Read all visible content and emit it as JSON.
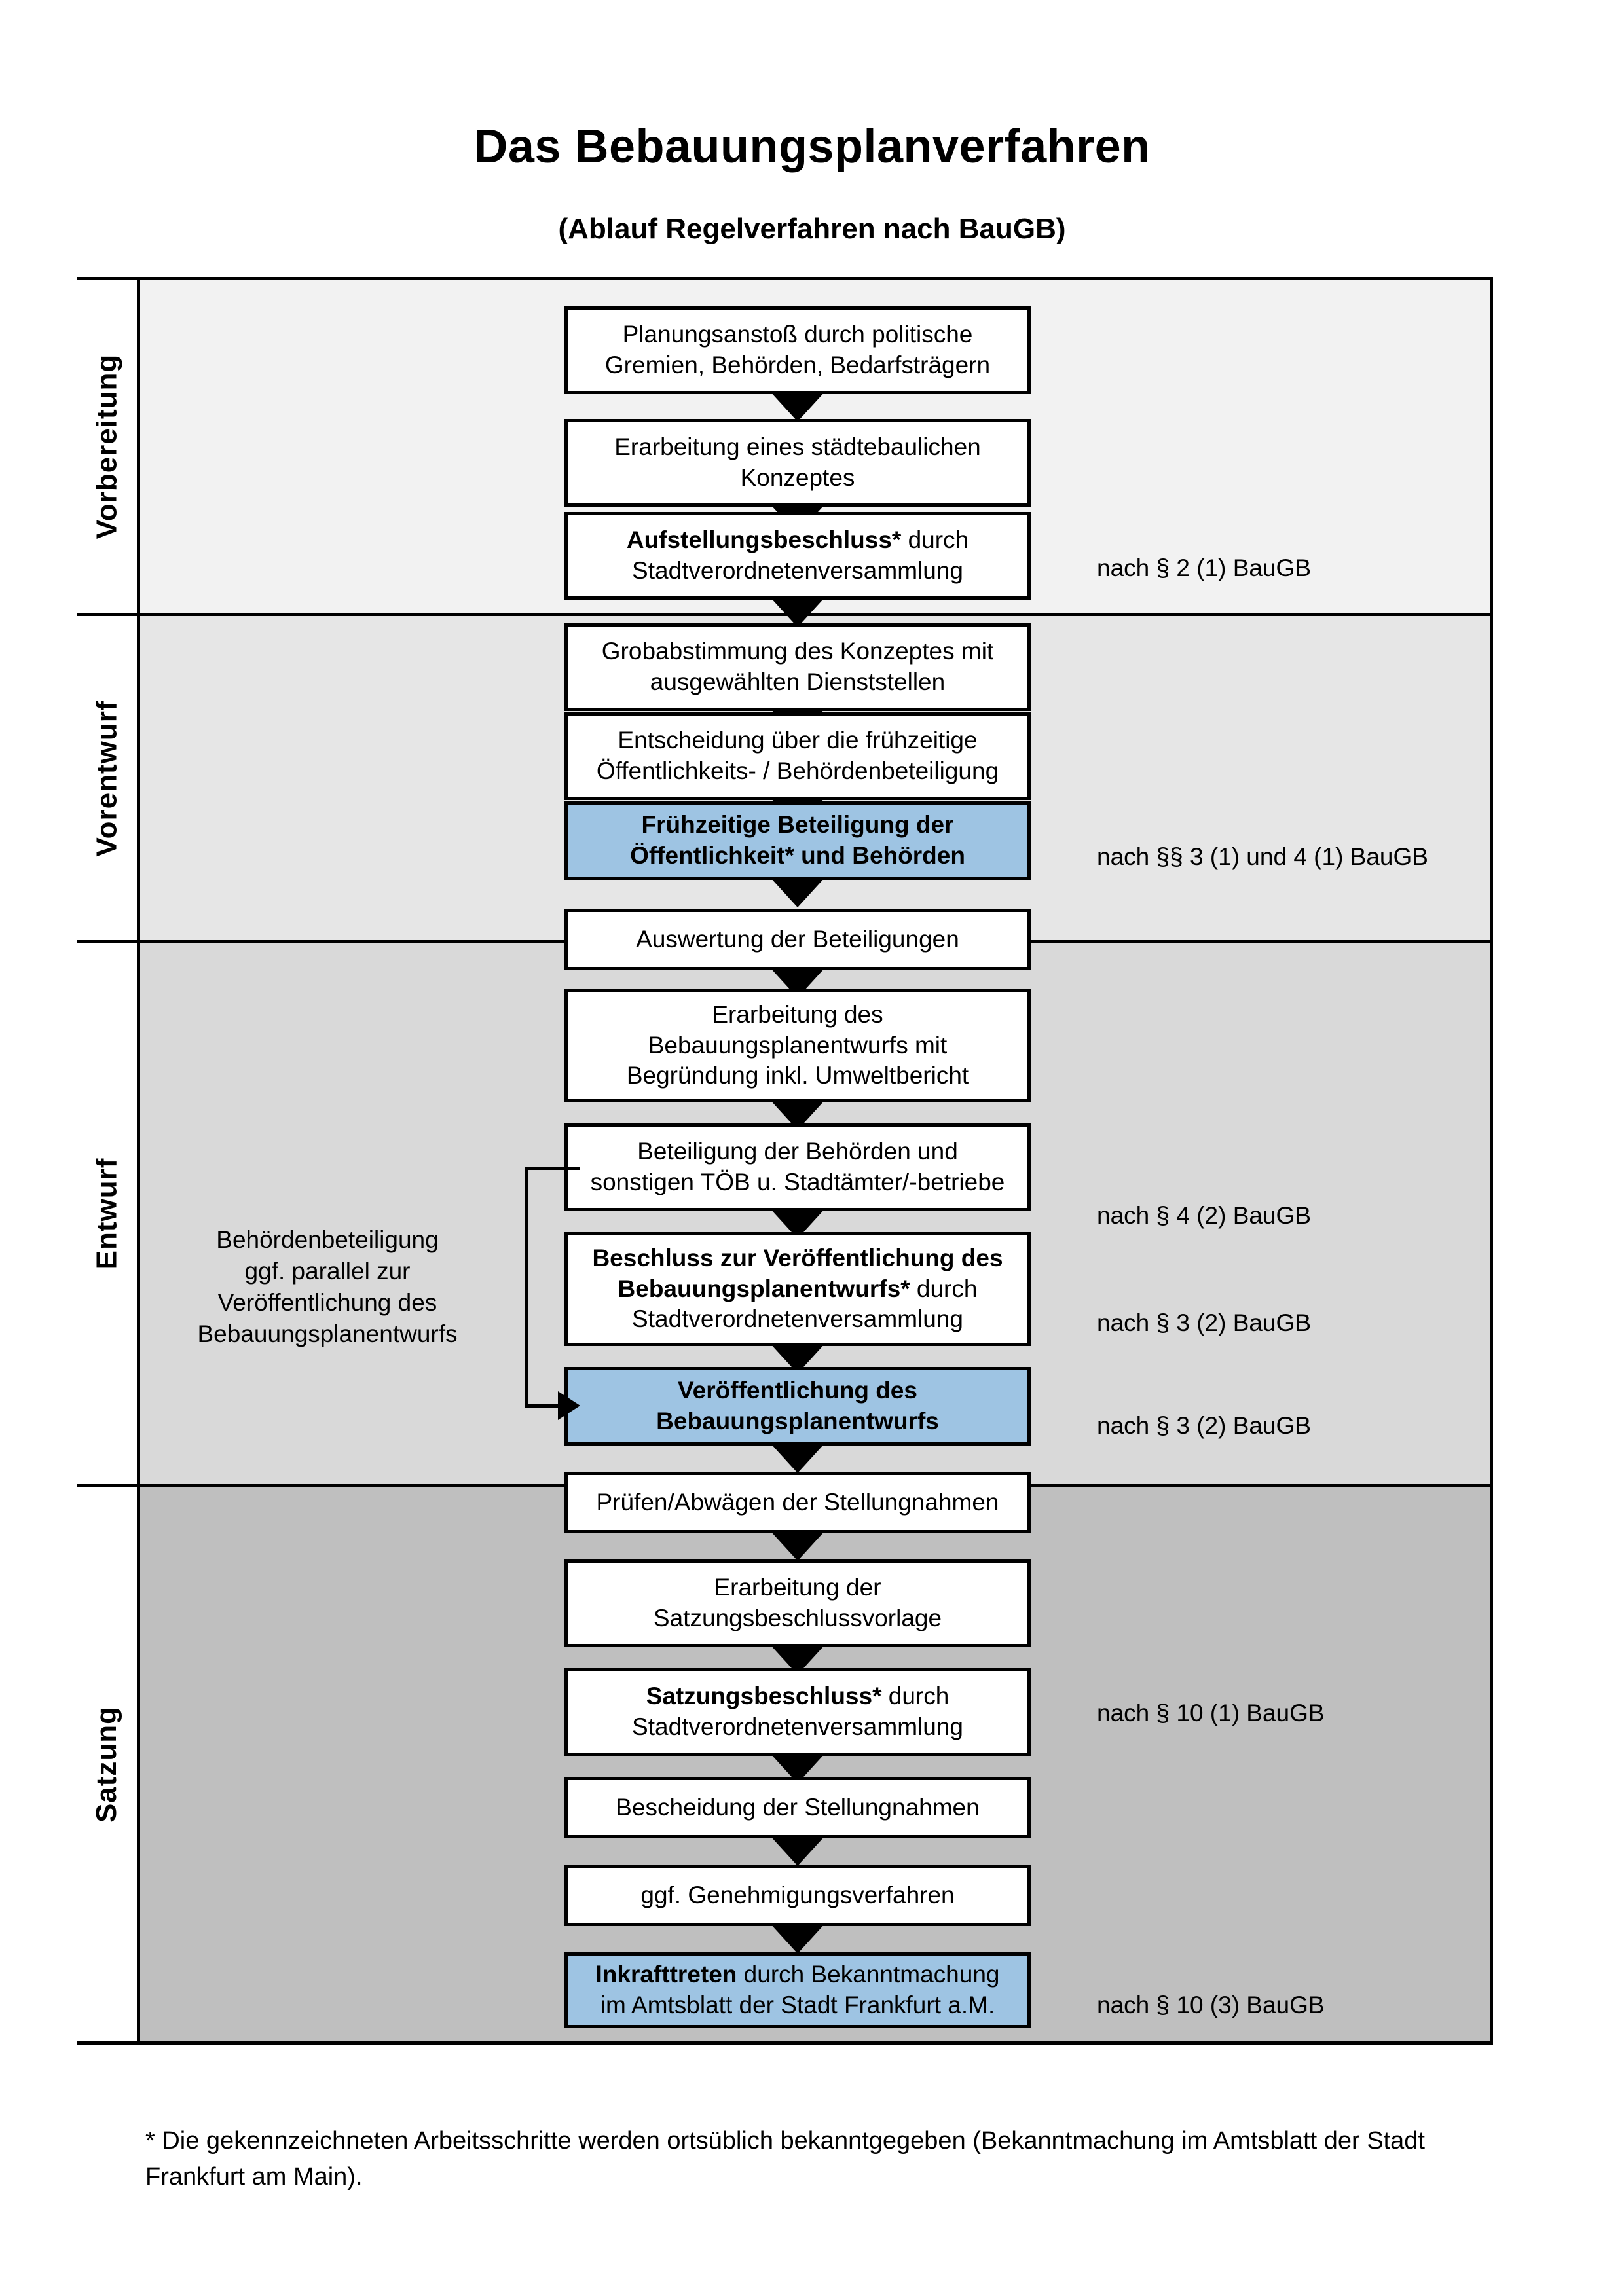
{
  "header": {
    "title": "Das Bebauungsplanverfahren",
    "subtitle": "(Ablauf Regelverfahren nach BauGB)"
  },
  "colors": {
    "highlight_blue": "#9EC4E3",
    "band_vorbereitung": "#F2F2F2",
    "band_vorentwurf": "#E6E6E6",
    "band_entwurf": "#D9D9D9",
    "band_satzung": "#BFBFBF",
    "outline": "#000000"
  },
  "phases": [
    {
      "id": "vorbereitung",
      "label": "Vorbereitung",
      "background": "#F2F2F2"
    },
    {
      "id": "vorentwurf",
      "label": "Vorentwurf",
      "background": "#E6E6E6"
    },
    {
      "id": "entwurf",
      "label": "Entwurf",
      "background": "#D9D9D9"
    },
    {
      "id": "satzung",
      "label": "Satzung",
      "background": "#BFBFBF"
    }
  ],
  "chart_data": {
    "type": "flowchart",
    "title": "Das Bebauungsplanverfahren",
    "subtitle": "(Ablauf Regelverfahren nach BauGB)",
    "orientation": "top-to-bottom",
    "swimlanes": [
      "Vorbereitung",
      "Vorentwurf",
      "Entwurf",
      "Satzung"
    ],
    "nodes": [
      {
        "id": "n1",
        "phase": "Vorbereitung",
        "highlight": false,
        "lines": [
          "Planungsanstoß durch politische",
          "Gremien, Behörden, Bedarfsträgern"
        ]
      },
      {
        "id": "n2",
        "phase": "Vorbereitung",
        "highlight": false,
        "lines": [
          "Erarbeitung eines städtebaulichen",
          "Konzeptes"
        ]
      },
      {
        "id": "n3",
        "phase": "Vorbereitung",
        "highlight": false,
        "bold_prefix": "Aufstellungsbeschluss*",
        "lines": [
          "Aufstellungsbeschluss* durch",
          "Stadtverordnetenversammlung"
        ]
      },
      {
        "id": "n4",
        "phase": "Vorentwurf",
        "highlight": false,
        "lines": [
          "Grobabstimmung des Konzeptes mit",
          "ausgewählten Dienststellen"
        ]
      },
      {
        "id": "n5",
        "phase": "Vorentwurf",
        "highlight": false,
        "lines": [
          "Entscheidung über die frühzeitige",
          "Öffentlichkeits- / Behördenbeteiligung"
        ]
      },
      {
        "id": "n6",
        "phase": "Vorentwurf",
        "highlight": true,
        "lines": [
          "Frühzeitige Beteiligung der",
          "Öffentlichkeit* und Behörden"
        ]
      },
      {
        "id": "n7",
        "phase": "Entwurf",
        "highlight": false,
        "lines": [
          "Auswertung der Beteiligungen"
        ]
      },
      {
        "id": "n8",
        "phase": "Entwurf",
        "highlight": false,
        "lines": [
          "Erarbeitung des",
          "Bebauungsplanentwurfs mit",
          "Begründung inkl. Umweltbericht"
        ]
      },
      {
        "id": "n9",
        "phase": "Entwurf",
        "highlight": false,
        "lines": [
          "Beteiligung der Behörden und",
          "sonstigen TÖB u. Stadtämter/-betriebe"
        ]
      },
      {
        "id": "n10",
        "phase": "Entwurf",
        "highlight": false,
        "bold_prefix": "Beschluss zur Veröffentlichung des Bebauungsplanentwurfs*",
        "lines": [
          "Beschluss zur Veröffentlichung des",
          "Bebauungsplanentwurfs* durch",
          "Stadtverordnetenversammlung"
        ]
      },
      {
        "id": "n11",
        "phase": "Entwurf",
        "highlight": true,
        "lines": [
          "Veröffentlichung des",
          "Bebauungsplanentwurfs"
        ]
      },
      {
        "id": "n12",
        "phase": "Satzung",
        "highlight": false,
        "lines": [
          "Prüfen/Abwägen der Stellungnahmen"
        ]
      },
      {
        "id": "n13",
        "phase": "Satzung",
        "highlight": false,
        "lines": [
          "Erarbeitung der",
          "Satzungsbeschlussvorlage"
        ]
      },
      {
        "id": "n14",
        "phase": "Satzung",
        "highlight": false,
        "bold_prefix": "Satzungsbeschluss*",
        "lines": [
          "Satzungsbeschluss* durch",
          "Stadtverordnetenversammlung"
        ]
      },
      {
        "id": "n15",
        "phase": "Satzung",
        "highlight": false,
        "lines": [
          "Bescheidung der Stellungnahmen"
        ]
      },
      {
        "id": "n16",
        "phase": "Satzung",
        "highlight": false,
        "lines": [
          "ggf. Genehmigungsverfahren"
        ]
      },
      {
        "id": "n17",
        "phase": "Satzung",
        "highlight": true,
        "bold_prefix": "Inkrafttreten",
        "lines": [
          "Inkrafttreten durch Bekanntmachung",
          "im Amtsblatt der Stadt Frankfurt a.M."
        ]
      }
    ],
    "edges": [
      {
        "from": "n1",
        "to": "n2",
        "style": "arrow"
      },
      {
        "from": "n2",
        "to": "n3",
        "style": "arrow"
      },
      {
        "from": "n3",
        "to": "n4",
        "style": "arrow"
      },
      {
        "from": "n4",
        "to": "n5",
        "style": "arrow"
      },
      {
        "from": "n5",
        "to": "n6",
        "style": "arrow"
      },
      {
        "from": "n6",
        "to": "n7",
        "style": "arrow"
      },
      {
        "from": "n7",
        "to": "n8",
        "style": "arrow"
      },
      {
        "from": "n8",
        "to": "n9",
        "style": "arrow"
      },
      {
        "from": "n9",
        "to": "n10",
        "style": "arrow"
      },
      {
        "from": "n10",
        "to": "n11",
        "style": "arrow"
      },
      {
        "from": "n11",
        "to": "n12",
        "style": "arrow"
      },
      {
        "from": "n12",
        "to": "n13",
        "style": "arrow"
      },
      {
        "from": "n13",
        "to": "n14",
        "style": "arrow"
      },
      {
        "from": "n14",
        "to": "n15",
        "style": "arrow"
      },
      {
        "from": "n15",
        "to": "n16",
        "style": "arrow"
      },
      {
        "from": "n16",
        "to": "n17",
        "style": "arrow"
      },
      {
        "from": "n9",
        "to": "n11",
        "style": "loop-left",
        "label": "Behördenbeteiligung ggf. parallel zur Veröffentlichung des Bebauungsplanentwurfs"
      }
    ],
    "annotations_right": [
      {
        "text": "nach § 2 (1) BauGB",
        "near_node": "n3"
      },
      {
        "text": "nach §§ 3 (1) und 4 (1) BauGB",
        "near_node": "n6"
      },
      {
        "text": "nach § 4 (2) BauGB",
        "near_node": "n9"
      },
      {
        "text": "nach § 3 (2) BauGB",
        "near_node": "n10"
      },
      {
        "text": "nach § 3 (2) BauGB",
        "near_node": "n11"
      },
      {
        "text": "nach § 10 (1) BauGB",
        "near_node": "n14"
      },
      {
        "text": "nach § 10 (3) BauGB",
        "near_node": "n17"
      }
    ]
  },
  "nodes_text": {
    "n1_l1": "Planungsanstoß durch politische",
    "n1_l2": "Gremien, Behörden, Bedarfsträgern",
    "n2_l1": "Erarbeitung eines städtebaulichen",
    "n2_l2": "Konzeptes",
    "n3_b1": "Aufstellungsbeschluss*",
    "n3_r1": " durch",
    "n3_l2": "Stadtverordnetenversammlung",
    "n4_l1": "Grobabstimmung des Konzeptes mit",
    "n4_l2": "ausgewählten Dienststellen",
    "n5_l1": "Entscheidung über die frühzeitige",
    "n5_l2": "Öffentlichkeits- / Behördenbeteiligung",
    "n6_l1": "Frühzeitige Beteiligung der",
    "n6_l2": "Öffentlichkeit* und Behörden",
    "n7_l1": "Auswertung der Beteiligungen",
    "n8_l1": "Erarbeitung des",
    "n8_l2": "Bebauungsplanentwurfs mit",
    "n8_l3": "Begründung inkl. Umweltbericht",
    "n9_l1": "Beteiligung der Behörden und",
    "n9_l2": "sonstigen TÖB u. Stadtämter/-betriebe",
    "n10_b1": "Beschluss zur Veröffentlichung des",
    "n10_b2": "Bebauungsplanentwurfs*",
    "n10_r2": " durch",
    "n10_l3": "Stadtverordnetenversammlung",
    "n11_l1": "Veröffentlichung des",
    "n11_l2": "Bebauungsplanentwurfs",
    "n12_l1": "Prüfen/Abwägen der Stellungnahmen",
    "n13_l1": "Erarbeitung der",
    "n13_l2": "Satzungsbeschlussvorlage",
    "n14_b1": "Satzungsbeschluss*",
    "n14_r1": " durch",
    "n14_l2": "Stadtverordnetenversammlung",
    "n15_l1": "Bescheidung der Stellungnahmen",
    "n16_l1": "ggf. Genehmigungsverfahren",
    "n17_b1": "Inkrafttreten",
    "n17_r1": " durch Bekanntmachung",
    "n17_l2": "im Amtsblatt der Stadt Frankfurt a.M."
  },
  "side_note_left": {
    "l1": "Behördenbeteiligung",
    "l2": "ggf. parallel zur",
    "l3": "Veröffentlichung des",
    "l4": "Bebauungsplanentwurfs"
  },
  "notes_right": {
    "r1": "nach § 2 (1) BauGB",
    "r2": "nach §§ 3 (1) und 4 (1) BauGB",
    "r3": "nach § 4 (2) BauGB",
    "r4": "nach § 3 (2) BauGB",
    "r5": "nach § 3 (2) BauGB",
    "r6": "nach § 10 (1) BauGB",
    "r7": "nach § 10 (3) BauGB"
  },
  "footnote": {
    "text": "* Die gekennzeichneten Arbeitsschritte werden ortsüblich bekanntgegeben (Bekanntmachung im Amtsblatt  der Stadt Frankfurt am Main)."
  }
}
